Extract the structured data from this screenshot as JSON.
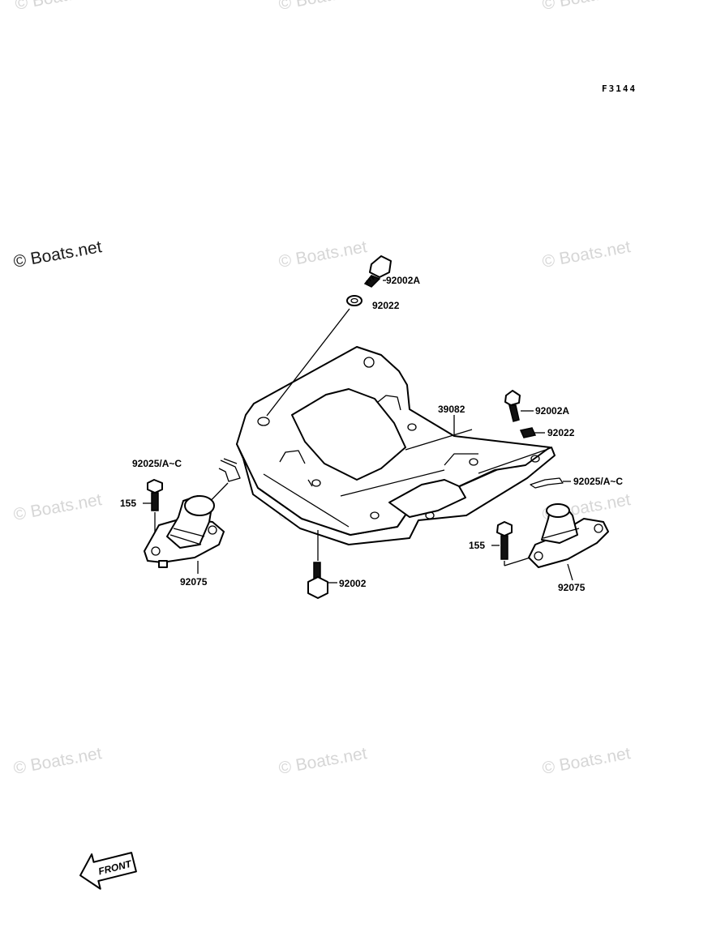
{
  "figure_code": "F3144",
  "watermark_text": "© Boats.net",
  "front_arrow_label": "FRONT",
  "labels": {
    "bolt_top": "92002A",
    "washer_top": "92022",
    "plate": "39082",
    "bolt_right": "92002A",
    "washer_right": "92022",
    "clip_left": "92025/A~C",
    "clip_right": "92025/A~C",
    "screw_left": "155",
    "screw_right": "155",
    "mount_left": "92075",
    "mount_right": "92075",
    "bolt_bottom": "92002"
  }
}
